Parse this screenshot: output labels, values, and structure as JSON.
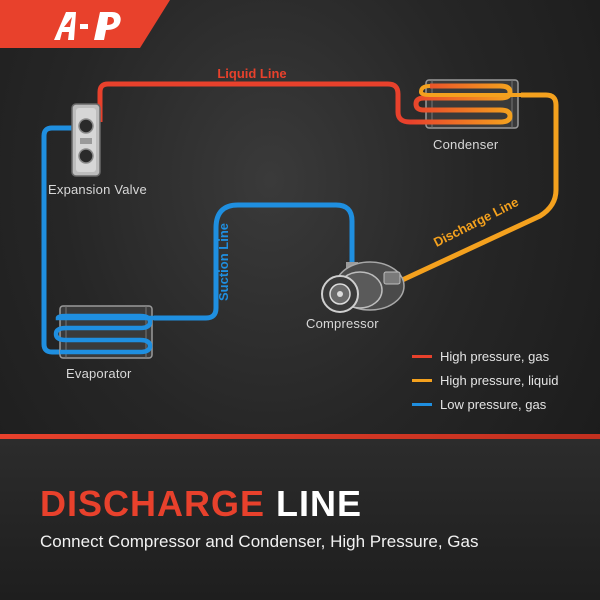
{
  "brand": {
    "logo_text": "A-P"
  },
  "colors": {
    "red": "#e8412c",
    "orange": "#f4a11e",
    "blue": "#1f8fe0",
    "bg": "#262626"
  },
  "lines": {
    "liquid": "Liquid Line",
    "discharge": "Discharge Line",
    "suction": "Suction Line"
  },
  "components": {
    "expansion_valve": "Expansion Valve",
    "condenser": "Condenser",
    "compressor": "Compressor",
    "evaporator": "Evaporator"
  },
  "legend": [
    {
      "label": "High pressure, gas",
      "color": "#e8412c"
    },
    {
      "label": "High pressure, liquid",
      "color": "#f4a11e"
    },
    {
      "label": "Low pressure, gas",
      "color": "#1f8fe0"
    }
  ],
  "headline": {
    "highlight": "DISCHARGE",
    "rest": " LINE"
  },
  "subline": "Connect Compressor and Condenser, High Pressure, Gas"
}
